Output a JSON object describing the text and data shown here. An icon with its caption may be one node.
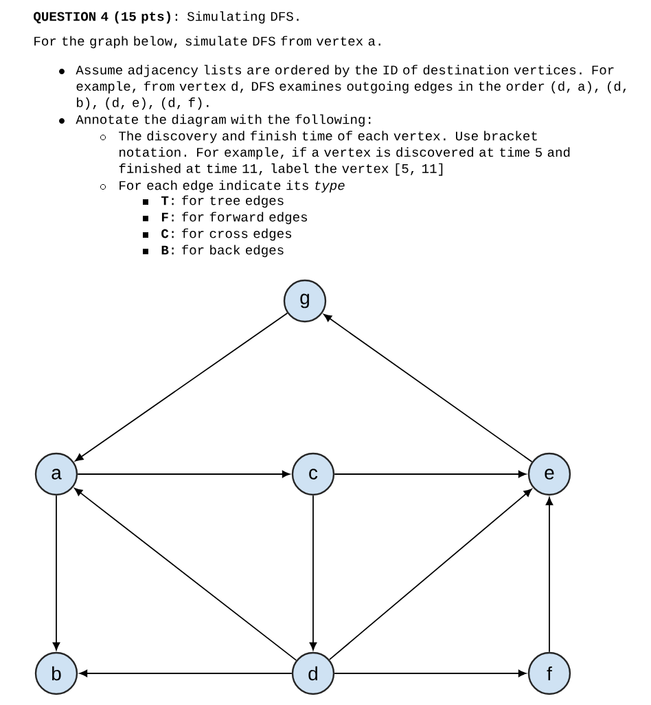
{
  "diagram": {
    "title": "**QUESTION 4 (15 pts)**: Simulating DFS.",
    "nodes": [
      {
        "text": [
          "g"
        ]
      },
      {
        "text": [
          "a"
        ]
      },
      {
        "text": [
          "c"
        ]
      },
      {
        "text": [
          "e"
        ]
      },
      {
        "text": [
          "b"
        ]
      },
      {
        "text": [
          "d"
        ]
      },
      {
        "text": [
          "f"
        ]
      }
    ],
    "edges": [
      {
        "from": 0,
        "to": 1,
        "arrow": "to"
      },
      {
        "from": 3,
        "to": 0,
        "arrow": "to"
      },
      {
        "from": 1,
        "to": 2,
        "arrow": "to"
      },
      {
        "from": 2,
        "to": 3,
        "arrow": "to"
      },
      {
        "from": 1,
        "to": 4,
        "arrow": "to"
      },
      {
        "from": 2,
        "to": 5,
        "arrow": "to"
      },
      {
        "from": 5,
        "to": 1,
        "arrow": "to"
      },
      {
        "from": 5,
        "to": 4,
        "arrow": "to"
      },
      {
        "from": 5,
        "to": 3,
        "arrow": "to"
      },
      {
        "from": 5,
        "to": 6,
        "arrow": "to"
      },
      {
        "from": 6,
        "to": 3,
        "arrow": "to"
      }
    ],
    "labels": [
      "For the graph below, simulate DFS from vertex a.",
      "Assume adjacency lists are ordered by the ID of destination vertices. For example, from vertex d, DFS examines outgoing edges in the order (d, a), (d, b), (d, e), (d, f).",
      "Annotate the diagram with the following:",
      "The discovery and finish time of each vertex.  Use bracket notation.  For example, if a vertex is discovered at time 5 and finished at time 11, label the vertex [5, 11]",
      "For each edge indicate its *type*",
      "**T**:  for tree edges",
      "**F**:  for forward edges",
      "**C**:  for cross edges",
      "**B**:  for back edges"
    ]
  }
}
